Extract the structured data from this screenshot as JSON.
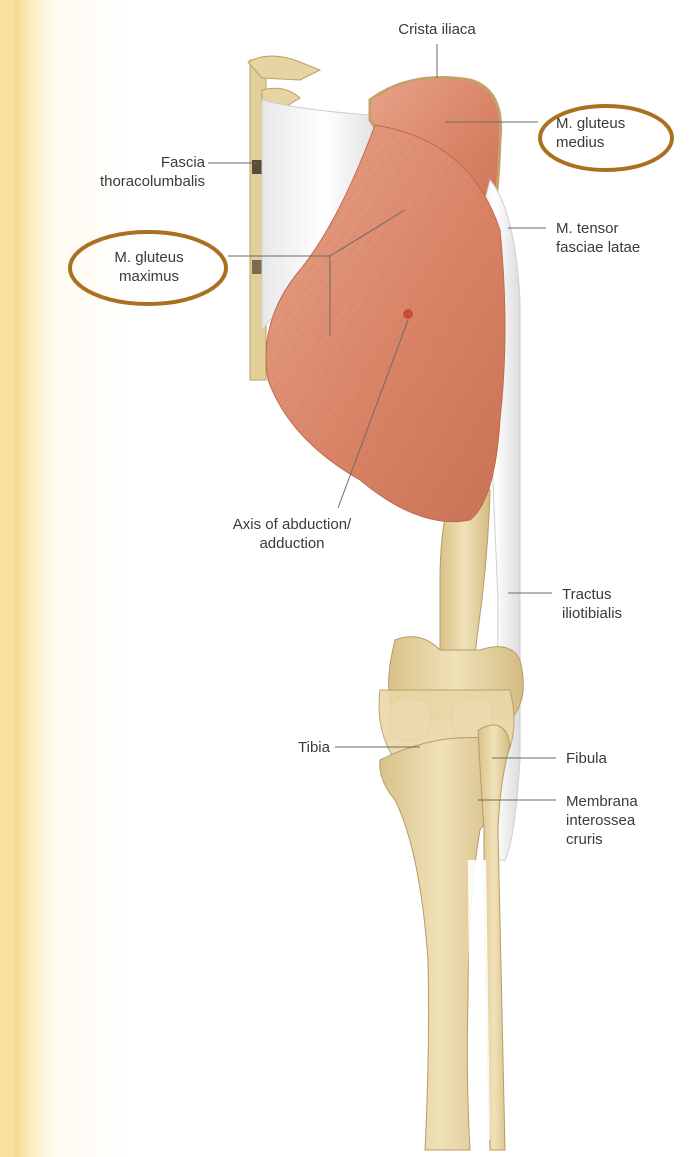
{
  "labels": {
    "crista_iliaca": "Crista iliaca",
    "gluteus_medius": [
      "M. gluteus",
      "medius"
    ],
    "fascia_thoracolumbalis": [
      "Fascia",
      "thoracolumbalis"
    ],
    "tensor_fasciae_latae": [
      "M. tensor",
      "fasciae latae"
    ],
    "gluteus_maximus": [
      "M. gluteus",
      "maximus"
    ],
    "axis": [
      "Axis of abduction/",
      "adduction"
    ],
    "tractus_iliotibialis": [
      "Tractus",
      "iliotibialis"
    ],
    "tibia": "Tibia",
    "fibula": "Fibula",
    "membrana_interossea": [
      "Membrana",
      "interossea",
      "cruris"
    ]
  },
  "colors": {
    "highlight_ellipse": "#a8701f",
    "muscle": "#d98b6e",
    "bone": "#ead9a8",
    "fascia": "#ffffff",
    "leader_line": "#6a6a6a"
  }
}
